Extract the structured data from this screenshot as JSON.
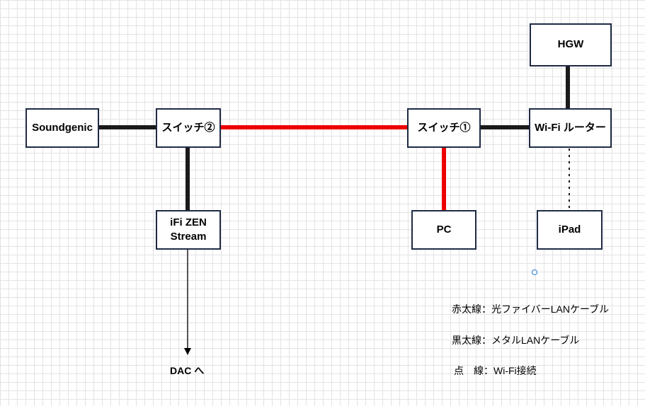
{
  "nodes": {
    "hgw": "HGW",
    "router": "Wi-Fi ルーター",
    "switch1": "スイッチ①",
    "switch2": "スイッチ②",
    "soundgenic": "Soundgenic",
    "ifi": "iFi ZEN\nStream",
    "pc": "PC",
    "ipad": "iPad"
  },
  "dac_label": "DAC へ",
  "legend": {
    "red": "赤太線：光ファイバーLANケーブル",
    "black": "黒太線：メタルLANケーブル",
    "dotted": "点　線：Wi-Fi接続"
  },
  "colors": {
    "fiber": "#ee0000",
    "metal": "#1a1a1a",
    "box_border": "#1f2a44",
    "handle": "#4a90d9"
  }
}
